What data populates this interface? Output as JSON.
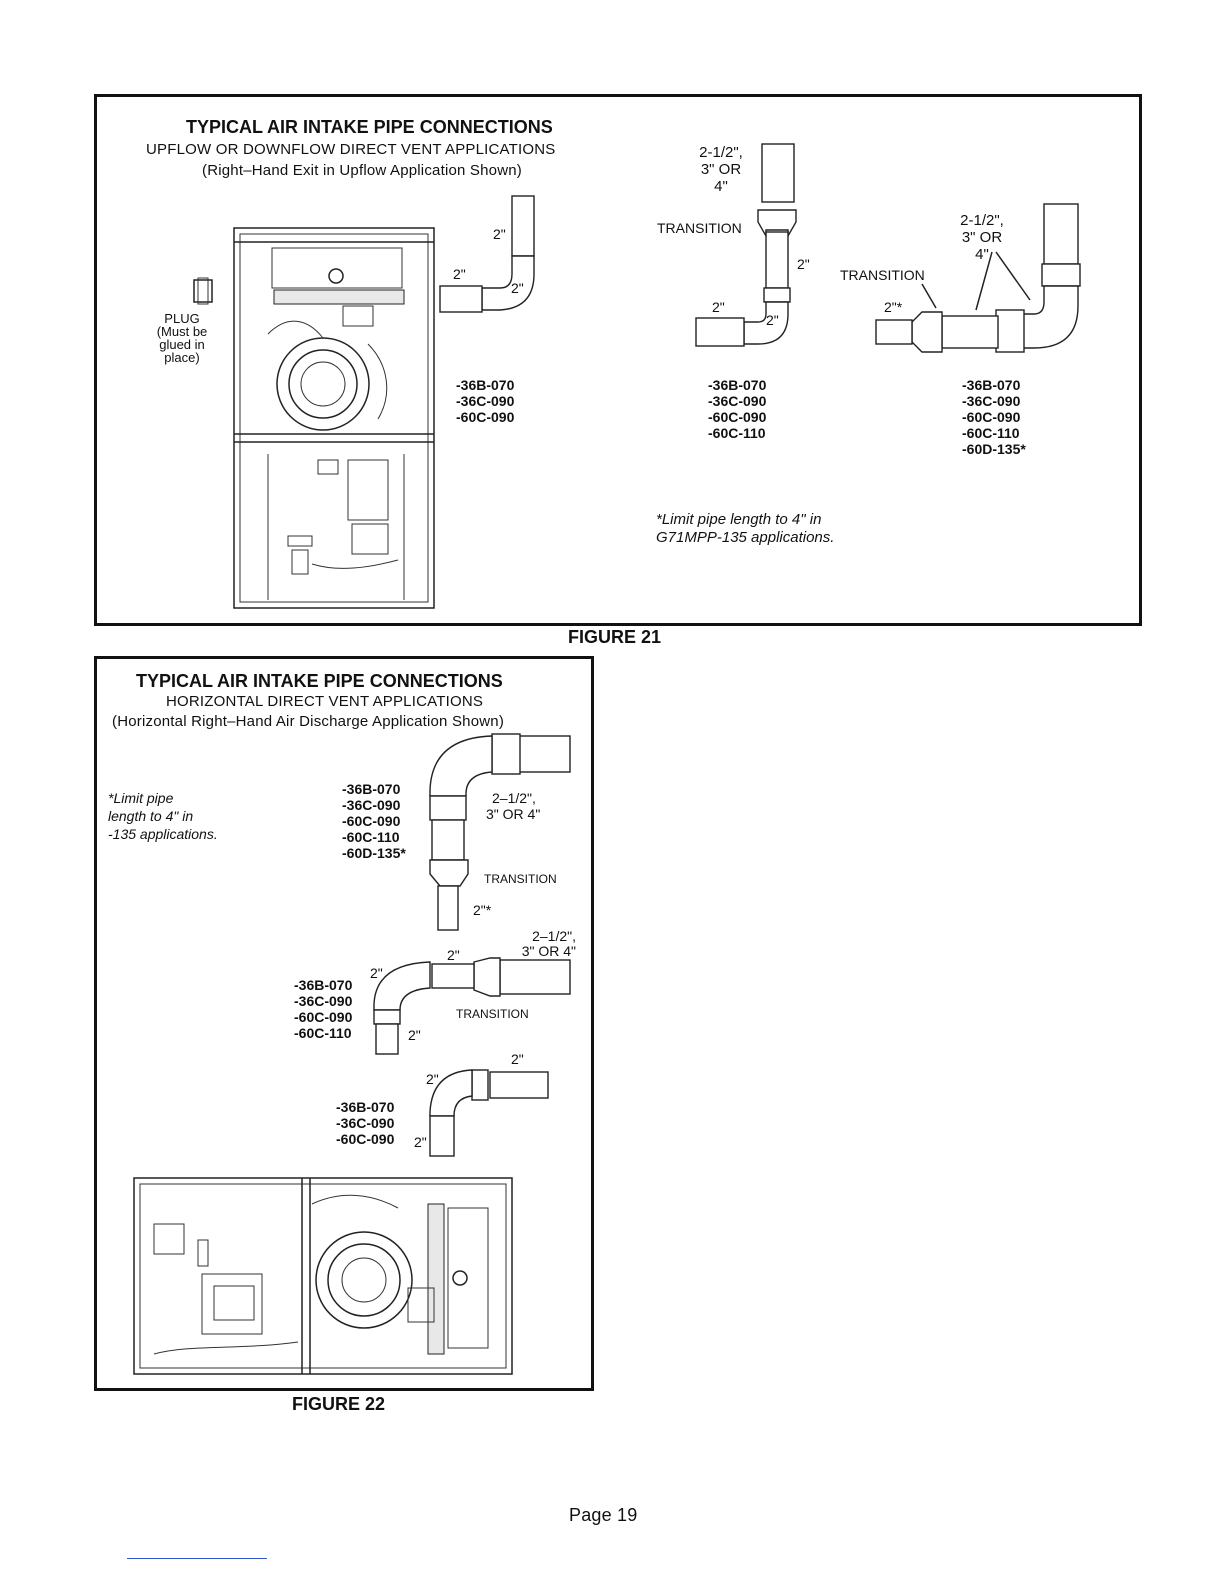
{
  "figure21": {
    "title": "TYPICAL AIR INTAKE PIPE CONNECTIONS",
    "subtitle": "UPFLOW OR DOWNFLOW DIRECT VENT APPLICATIONS",
    "subtitle2": "(Right–Hand Exit in Upflow Application Shown)",
    "plug": [
      "PLUG",
      "(Must be",
      "glued in",
      "place)"
    ],
    "caption": "FIGURE 21",
    "assembly_a": {
      "labels": [
        "2\"",
        "2\"",
        "2\""
      ],
      "models": [
        "-36B-070",
        "-36C-090",
        "-60C-090"
      ]
    },
    "assembly_b": {
      "size_label": [
        "2-1/2\",",
        "3\" OR",
        "4\""
      ],
      "transition": "TRANSITION",
      "labels": [
        "2\"",
        "2\"",
        "2\""
      ],
      "models": [
        "-36B-070",
        "-36C-090",
        "-60C-090",
        "-60C-110"
      ]
    },
    "assembly_c": {
      "size_label": [
        "2-1/2\",",
        "3\" OR",
        "4\""
      ],
      "transition": "TRANSITION",
      "label": "2\"*",
      "models": [
        "-36B-070",
        "-36C-090",
        "-60C-090",
        "-60C-110",
        "-60D-135*"
      ]
    },
    "note": [
      "*Limit pipe length to 4\" in",
      "G71MPP-135 applications."
    ]
  },
  "figure22": {
    "title": "TYPICAL AIR INTAKE PIPE CONNECTIONS",
    "subtitle": "HORIZONTAL DIRECT VENT APPLICATIONS",
    "subtitle2": "(Horizontal Right–Hand Air Discharge Application Shown)",
    "caption": "FIGURE 22",
    "note": [
      "*Limit pipe",
      "length to 4\" in",
      "-135 applications."
    ],
    "assembly_a": {
      "models": [
        "-36B-070",
        "-36C-090",
        "-60C-090",
        "-60C-110",
        "-60D-135*"
      ],
      "size_label": [
        "2–1/2\",",
        "3\" OR 4\""
      ],
      "transition": "TRANSITION",
      "label": "2\"*"
    },
    "assembly_b": {
      "size_label": [
        "2–1/2\",",
        "3\" OR 4\""
      ],
      "labels": [
        "2\"",
        "2\"",
        "2\""
      ],
      "transition": "TRANSITION",
      "models": [
        "-36B-070",
        "-36C-090",
        "-60C-090",
        "-60C-110"
      ]
    },
    "assembly_c": {
      "labels": [
        "2\"",
        "2\"",
        "2\""
      ],
      "models": [
        "-36B-070",
        "-36C-090",
        "-60C-090"
      ]
    }
  },
  "footer": {
    "page": "Page 19"
  }
}
